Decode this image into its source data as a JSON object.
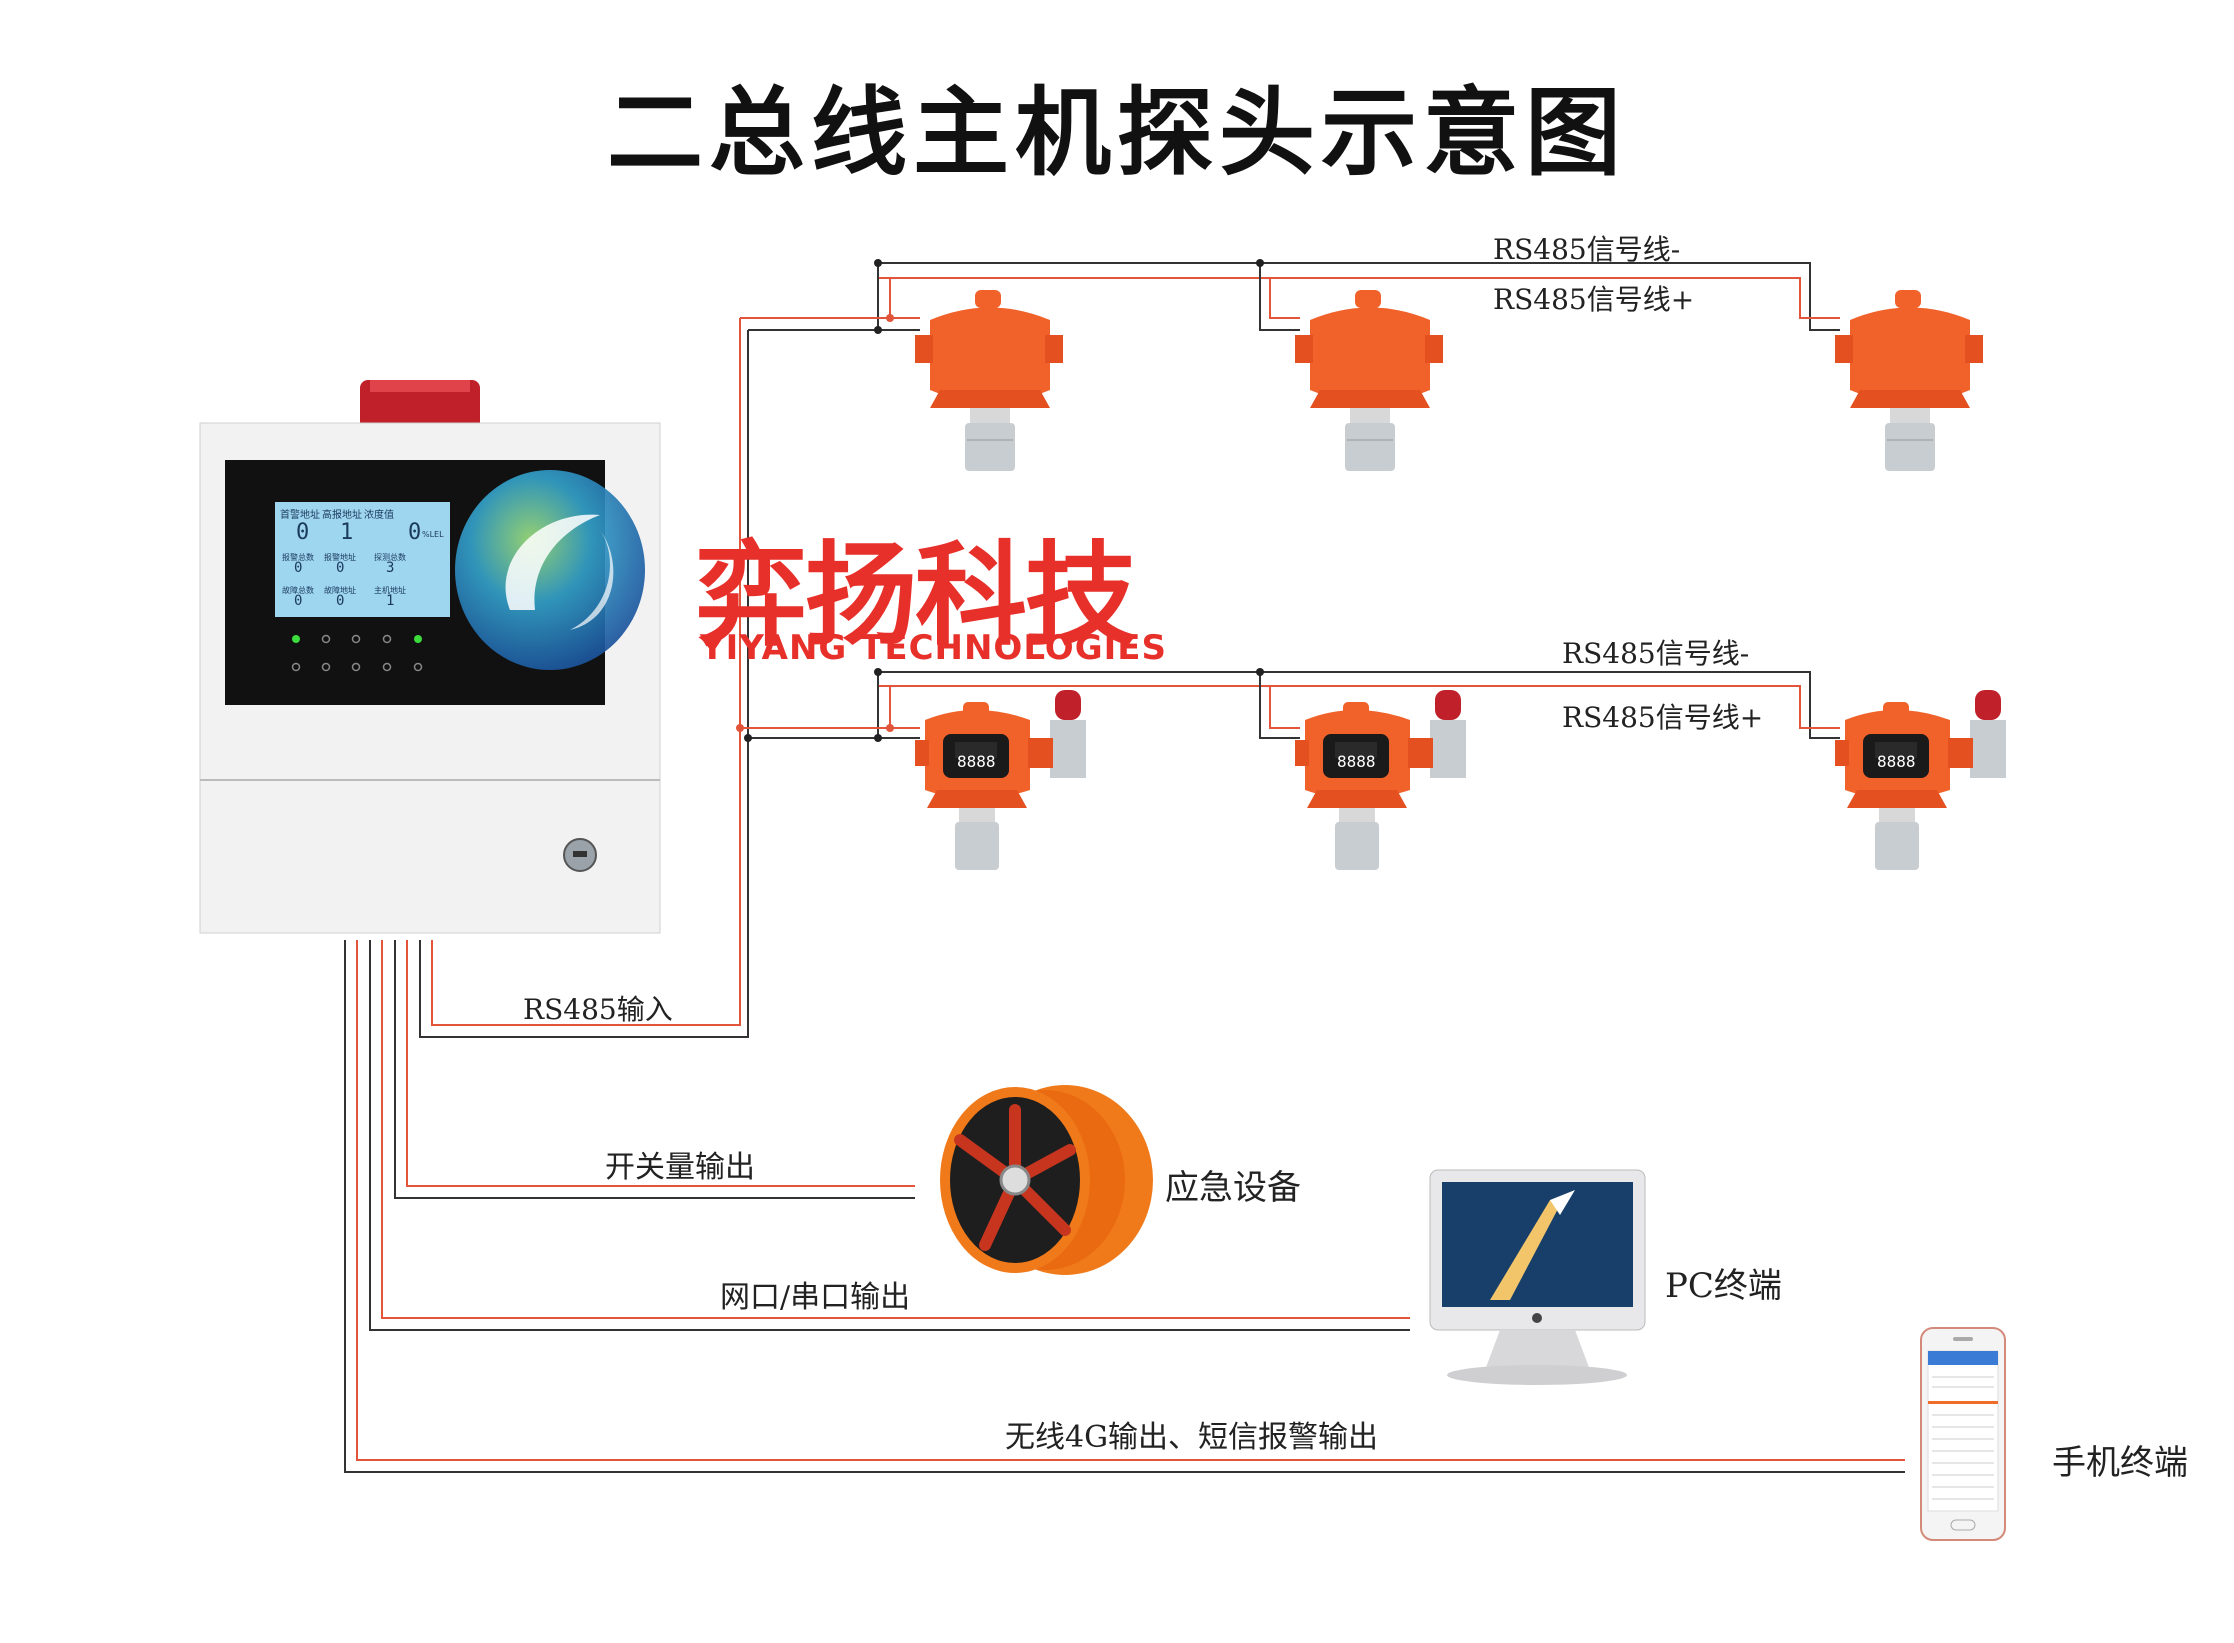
{
  "title": "二总线主机探头示意图",
  "brand": {
    "name_cn": "弈扬科技",
    "name_en": "YIYANG TECHNOLOGIES",
    "color": "#e8302a"
  },
  "bus_top": {
    "line_minus": "RS485信号线-",
    "line_plus": "RS485信号线+"
  },
  "bus_bottom": {
    "line_minus": "RS485信号线-",
    "line_plus": "RS485信号线+"
  },
  "controller_screen": {
    "header_1": "首警地址",
    "header_2": "高报地址",
    "header_3": "浓度值",
    "value_1": "0",
    "value_2": "1",
    "value_3": "0",
    "unit": "%LEL",
    "row2_label_1": "报警总数",
    "row2_label_2": "报警地址",
    "row2_label_3": "探测总数",
    "row2_value_1": "0",
    "row2_value_2": "0",
    "row2_value_3": "3",
    "row3_label_1": "故障总数",
    "row3_label_2": "故障地址",
    "row3_label_3": "主机地址",
    "row3_value_1": "0",
    "row3_value_2": "0",
    "row3_value_3": "1"
  },
  "detector_display": "8888",
  "outputs": {
    "rs485_input": "RS485输入",
    "switch_output": "开关量输出",
    "emergency_device": "应急设备",
    "network_serial_output": "网口/串口输出",
    "pc_terminal": "PC终端",
    "wireless_output": "无线4G输出、短信报警输出",
    "mobile_terminal": "手机终端"
  },
  "colors": {
    "detector_orange": "#f0622a",
    "wire_red": "#e2553a",
    "wire_dark": "#333333",
    "alarm_red": "#c0202a"
  }
}
